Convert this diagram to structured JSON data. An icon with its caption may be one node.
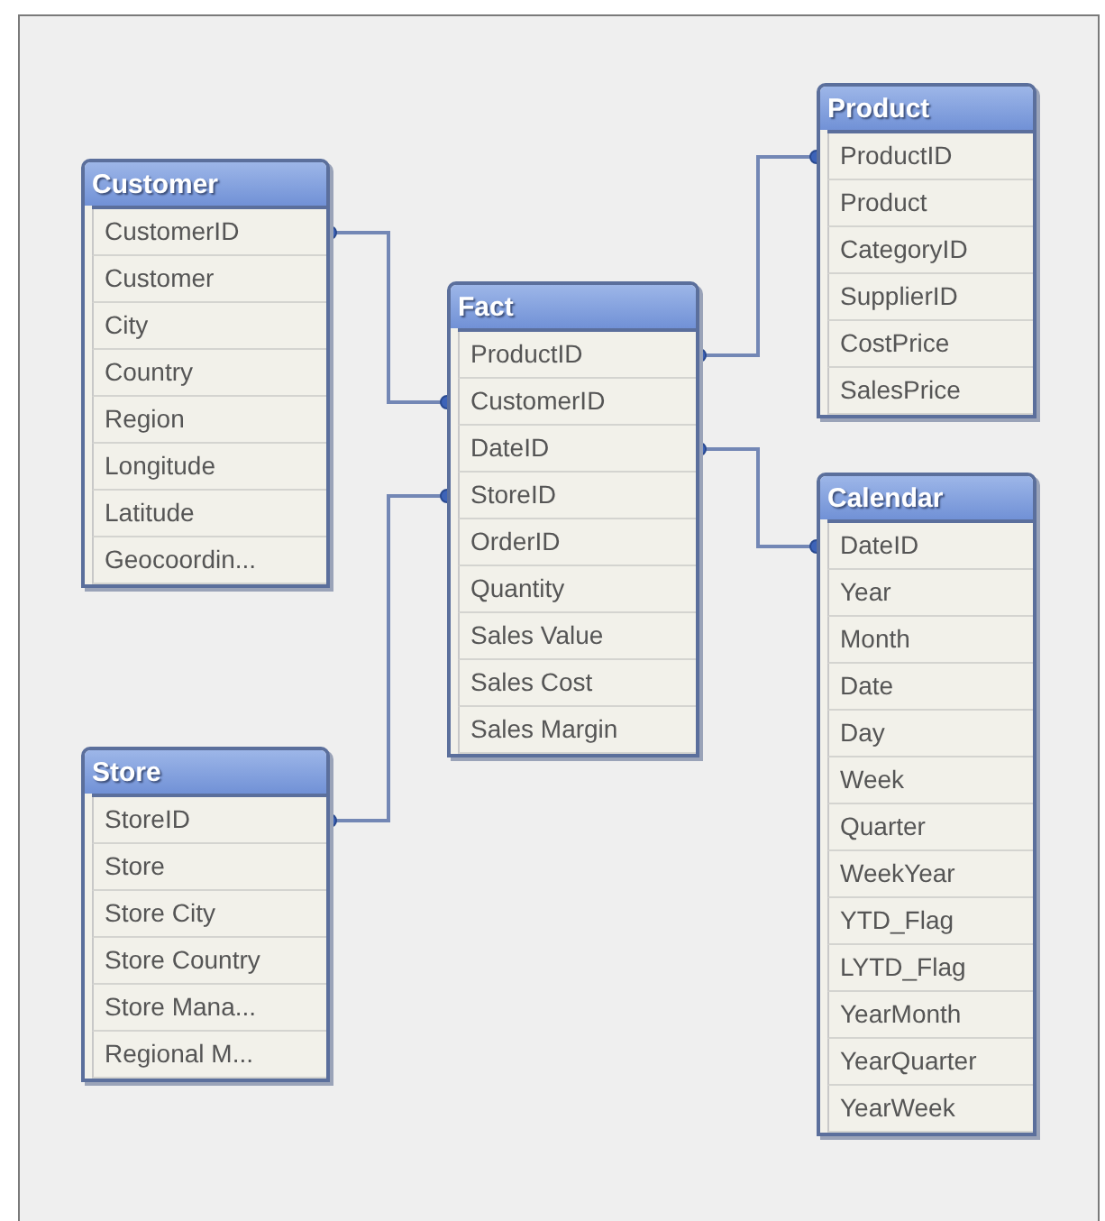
{
  "diagram": {
    "nodes": [
      {
        "text": [
          "Customer"
        ]
      },
      {
        "text": [
          "CustomerID"
        ],
        "in": 0
      },
      {
        "text": [
          "Customer"
        ],
        "in": 0
      },
      {
        "text": [
          "City"
        ],
        "in": 0
      },
      {
        "text": [
          "Country"
        ],
        "in": 0
      },
      {
        "text": [
          "Region"
        ],
        "in": 0
      },
      {
        "text": [
          "Longitude"
        ],
        "in": 0
      },
      {
        "text": [
          "Latitude"
        ],
        "in": 0
      },
      {
        "text": [
          "Geocoordin..."
        ],
        "in": 0
      },
      {
        "text": [
          "Store"
        ]
      },
      {
        "text": [
          "StoreID"
        ],
        "in": 9
      },
      {
        "text": [
          "Store"
        ],
        "in": 9
      },
      {
        "text": [
          "Store City"
        ],
        "in": 9
      },
      {
        "text": [
          "Store Country"
        ],
        "in": 9
      },
      {
        "text": [
          "Store Mana..."
        ],
        "in": 9
      },
      {
        "text": [
          "Regional M..."
        ],
        "in": 9
      },
      {
        "text": [
          "Fact"
        ]
      },
      {
        "text": [
          "ProductID"
        ],
        "in": 16
      },
      {
        "text": [
          "CustomerID"
        ],
        "in": 16
      },
      {
        "text": [
          "DateID"
        ],
        "in": 16
      },
      {
        "text": [
          "StoreID"
        ],
        "in": 16
      },
      {
        "text": [
          "OrderID"
        ],
        "in": 16
      },
      {
        "text": [
          "Quantity"
        ],
        "in": 16
      },
      {
        "text": [
          "Sales Value"
        ],
        "in": 16
      },
      {
        "text": [
          "Sales Cost"
        ],
        "in": 16
      },
      {
        "text": [
          "Sales Margin"
        ],
        "in": 16
      },
      {
        "text": [
          "Product"
        ]
      },
      {
        "text": [
          "ProductID"
        ],
        "in": 26
      },
      {
        "text": [
          "Product"
        ],
        "in": 26
      },
      {
        "text": [
          "CategoryID"
        ],
        "in": 26
      },
      {
        "text": [
          "SupplierID"
        ],
        "in": 26
      },
      {
        "text": [
          "CostPrice"
        ],
        "in": 26
      },
      {
        "text": [
          "SalesPrice"
        ],
        "in": 26
      },
      {
        "text": [
          "Calendar"
        ]
      },
      {
        "text": [
          "DateID"
        ],
        "in": 33
      },
      {
        "text": [
          "Year"
        ],
        "in": 33
      },
      {
        "text": [
          "Month"
        ],
        "in": 33
      },
      {
        "text": [
          "Date"
        ],
        "in": 33
      },
      {
        "text": [
          "Day"
        ],
        "in": 33
      },
      {
        "text": [
          "Week"
        ],
        "in": 33
      },
      {
        "text": [
          "Quarter"
        ],
        "in": 33
      },
      {
        "text": [
          "WeekYear"
        ],
        "in": 33
      },
      {
        "text": [
          "YTD_Flag"
        ],
        "in": 33
      },
      {
        "text": [
          "LYTD_Flag"
        ],
        "in": 33
      },
      {
        "text": [
          "YearMonth"
        ],
        "in": 33
      },
      {
        "text": [
          "YearQuarter"
        ],
        "in": 33
      },
      {
        "text": [
          "YearWeek"
        ],
        "in": 33
      }
    ],
    "edges": [
      {
        "from": 1,
        "to": 18,
        "arrow": "other"
      },
      {
        "from": 10,
        "to": 20,
        "arrow": "other"
      },
      {
        "from": 17,
        "to": 27,
        "arrow": "other"
      },
      {
        "from": 19,
        "to": 34,
        "arrow": "other"
      }
    ]
  }
}
